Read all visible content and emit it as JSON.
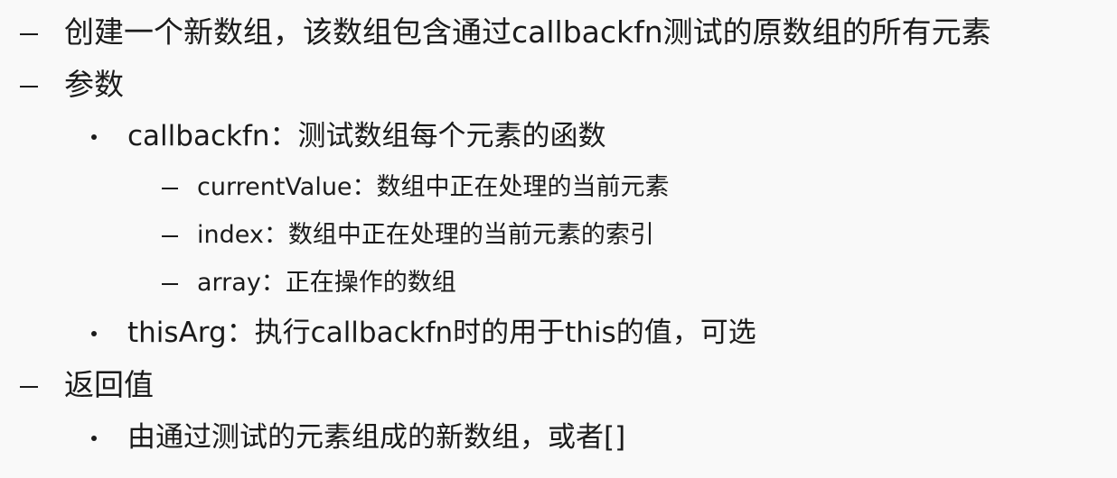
{
  "items": [
    {
      "level": 1,
      "text": "创建一个新数组，该数组包含通过callbackfn测试的原数组的所有元素"
    },
    {
      "level": 1,
      "text": "参数"
    },
    {
      "level": 2,
      "text": "callbackfn：测试数组每个元素的函数"
    },
    {
      "level": 3,
      "text": "currentValue：数组中正在处理的当前元素"
    },
    {
      "level": 3,
      "text": "index：数组中正在处理的当前元素的索引"
    },
    {
      "level": 3,
      "text": "array：正在操作的数组"
    },
    {
      "level": 2,
      "text": "thisArg：执行callbackfn时的用于this的值，可选"
    },
    {
      "level": 1,
      "text": "返回值"
    },
    {
      "level": 2,
      "text": "由通过测试的元素组成的新数组，或者[]"
    }
  ]
}
